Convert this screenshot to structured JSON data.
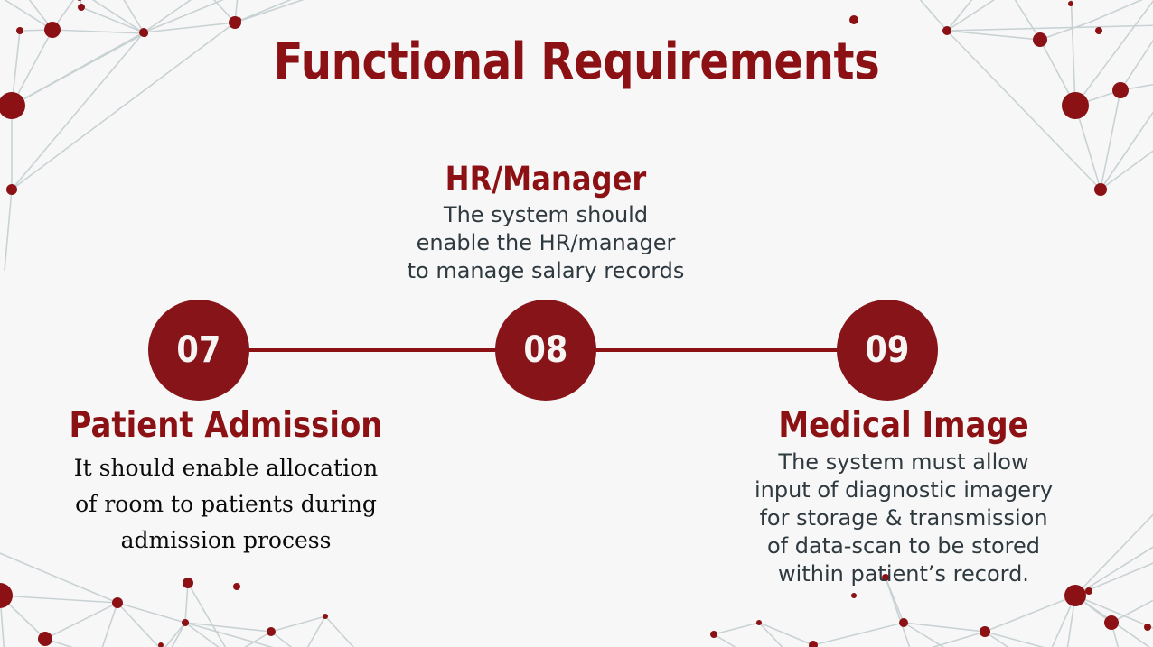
{
  "slide": {
    "title": "Functional Requirements",
    "background_color": "#f8f7f7",
    "accent_color": "#8B1114",
    "node_color": "#871418",
    "body_text_color": "#2e3a3f",
    "network_line_color": "#c8d2d4"
  },
  "timeline": {
    "nodes": [
      {
        "number": "07",
        "label": "Patient Admission"
      },
      {
        "number": "08",
        "label": "HR/Manager"
      },
      {
        "number": "09",
        "label": "Medical Image"
      }
    ]
  },
  "blocks": {
    "hr_manager": {
      "heading": "HR/Manager",
      "lines": [
        "The system should",
        "enable the HR/manager",
        "to manage salary records"
      ]
    },
    "patient_admission": {
      "heading": "Patient Admission",
      "lines": [
        "It should enable allocation",
        "of room to patients during",
        "admission process"
      ]
    },
    "medical_image": {
      "heading": "Medical Image",
      "lines": [
        "The system must allow",
        "input of diagnostic imagery",
        "for storage & transmission",
        "of data-scan to be stored",
        "within patient’s record."
      ]
    }
  }
}
